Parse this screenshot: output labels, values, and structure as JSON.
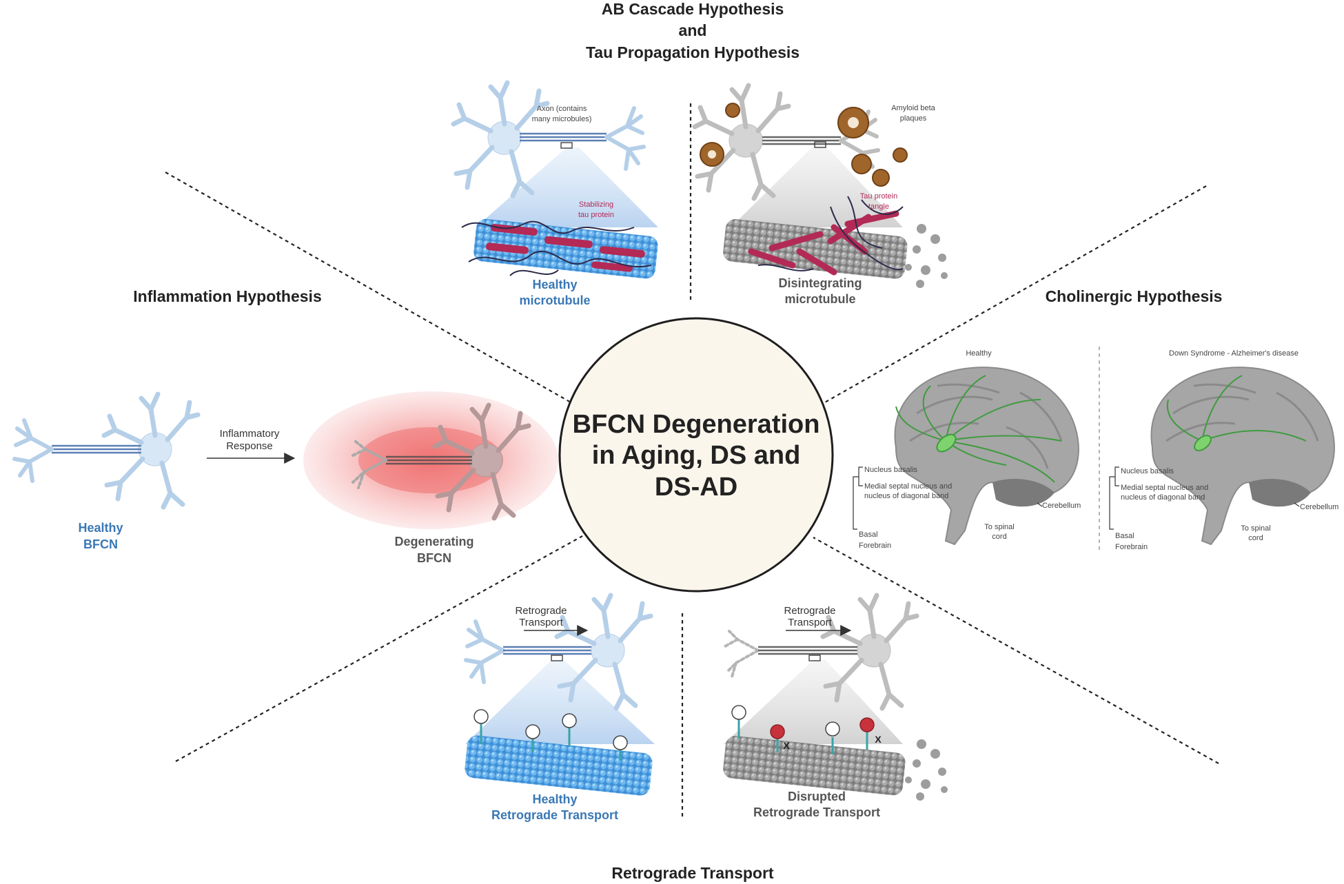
{
  "center": {
    "line1": "BFCN Degeneration",
    "line2": "in Aging, DS and",
    "line3": "DS-AD"
  },
  "top_panel": {
    "title_line1": "AB Cascade Hypothesis",
    "title_line2": "and",
    "title_line3": "Tau Propagation Hypothesis",
    "left_label_line1": "Axon (contains",
    "left_label_line2": "many microbules)",
    "stabilizing_line1": "Stabilizing",
    "stabilizing_line2": "tau protein",
    "healthy_line1": "Healthy",
    "healthy_line2": "microtubule",
    "amyloid_line1": "Amyloid beta",
    "amyloid_line2": "plaques",
    "tangle_line1": "Tau protein",
    "tangle_line2": "tangle",
    "disint_line1": "Disintegrating",
    "disint_line2": "microtubule"
  },
  "left_panel": {
    "title": "Inflammation Hypothesis",
    "arrow_line1": "Inflammatory",
    "arrow_line2": "Response",
    "healthy_line1": "Healthy",
    "healthy_line2": "BFCN",
    "degen_line1": "Degenerating",
    "degen_line2": "BFCN"
  },
  "right_panel": {
    "title": "Cholinergic Hypothesis",
    "healthy_title": "Healthy",
    "dsad_title": "Down Syndrome - Alzheimer's disease",
    "nucleus_basalis": "Nucleus basalis",
    "medial_line1": "Medial septal nucleus and",
    "medial_line2": "nucleus of diagonal band",
    "cerebellum": "Cerebellum",
    "spinal_line1": "To spinal",
    "spinal_line2": "cord",
    "basal_line1": "Basal",
    "basal_line2": "Forebrain"
  },
  "bottom_panel": {
    "title": "Retrograde Transport",
    "arrow_line1": "Retrograde",
    "arrow_line2": "Transport",
    "healthy_line1": "Healthy",
    "healthy_line2": "Retrograde Transport",
    "disrupted_line1": "Disrupted",
    "disrupted_line2": "Retrograde Transport",
    "x_mark": "X"
  },
  "colors": {
    "neuron_healthy": "#b9d2e8",
    "neuron_gray": "#c8c8c8",
    "microtubule_blue": "#4a9fe0",
    "microtubule_gray": "#8a8a8a",
    "tau": "#b22a55",
    "plaque": "#a0652a",
    "brain_gray": "#9b9b9b",
    "pathway_green": "#3f9b3f",
    "center_fill": "#fbf6ec",
    "inflammation": "#ef6f6f",
    "caption_blue": "#3a78b5"
  },
  "icons": [
    "neuron-icon",
    "microtubule-icon",
    "plaque-icon",
    "brain-icon",
    "receptor-icon",
    "arrow-icon"
  ]
}
